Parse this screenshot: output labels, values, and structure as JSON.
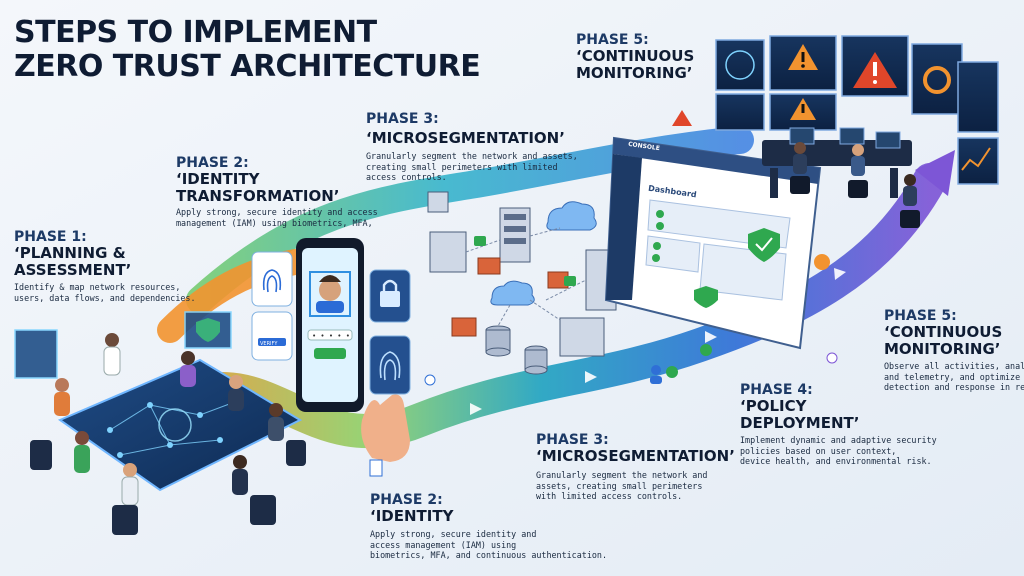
{
  "title": {
    "line1": "STEPS TO IMPLEMENT",
    "line2": "ZERO TRUST ARCHITECTURE"
  },
  "phases": [
    {
      "label": "PHASE 1:",
      "name1": "‘PLANNING &",
      "name2": "ASSESSMENT’",
      "desc": [
        "Identify & map network resources,",
        "users, data flows, and dependencies."
      ]
    },
    {
      "label": "PHASE 2:",
      "name1": "‘IDENTITY",
      "name2": "TRANSFORMATION’",
      "desc": [
        "Apply strong, secure identity and access",
        "management (IAM) using biometrics, MFA,"
      ]
    },
    {
      "label": "PHASE 3:",
      "name1": "‘MICROSEGMENTATION’",
      "desc": [
        "Granularly segment the network and assets,",
        "creating small perimeters with limited",
        "access controls."
      ]
    },
    {
      "label": "PHASE 5:",
      "name1": "‘CONTINUOUS",
      "name2": "MONITORING’"
    },
    {
      "label": "PHASE 2:",
      "name1": "‘IDENTITY",
      "desc": [
        "Apply strong, secure identity and",
        "access management (IAM) using",
        "biometrics, MFA, and continuous authentication."
      ]
    },
    {
      "label": "PHASE 3:",
      "name1": "‘MICROSEGMENTATION’",
      "desc": [
        "Granularly segment the network and",
        "assets, creating small perimeters",
        "with limited access controls."
      ]
    },
    {
      "label": "PHASE 4:",
      "name1": "‘POLICY",
      "name2": "DEPLOYMENT’",
      "desc": [
        "Implement dynamic and adaptive security",
        "policies based on user context,",
        "device health, and environmental risk."
      ]
    },
    {
      "label": "PHASE 5:",
      "name1": "‘CONTINUOUS",
      "name2": "MONITORING’",
      "desc": [
        "Observe all activities, analyze logs",
        "and telemetry, and optimize threat",
        "detection and response in real-time."
      ]
    }
  ],
  "dashboard": {
    "title": "Dashboard",
    "brand": "CONSOLE"
  },
  "phone": {
    "button": "VERIFY"
  },
  "colors": {
    "orange": "#f2932f",
    "green": "#5cbf5e",
    "teal": "#22a3c0",
    "blue": "#2f6fd6",
    "purple": "#7d56d6",
    "title": "#0f1c33"
  },
  "icons": [
    "fingerprint-icon",
    "lock-icon",
    "shield-check-icon",
    "cloud-icon",
    "server-icon",
    "warning-icon",
    "firewall-icon",
    "database-icon"
  ]
}
